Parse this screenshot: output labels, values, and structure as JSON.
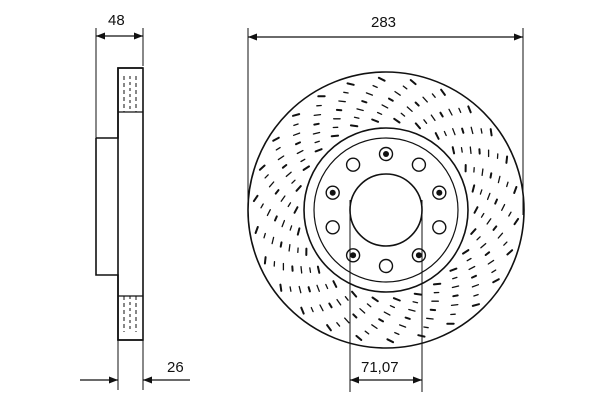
{
  "dimensions": {
    "side_width": "48",
    "disc_thickness": "26",
    "outer_diameter": "283",
    "center_bore": "71,07"
  },
  "colors": {
    "line": "#111111",
    "background": "#ffffff"
  }
}
